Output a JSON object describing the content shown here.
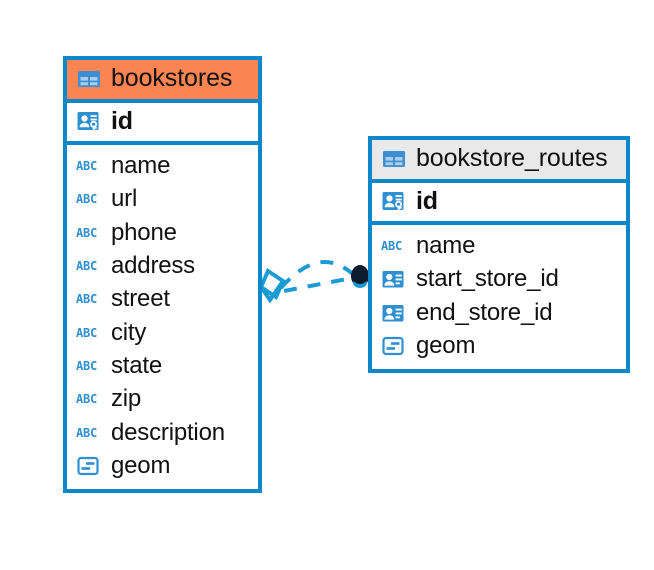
{
  "diagram": {
    "type": "entity-relationship-diagram",
    "background_color": "#ffffff",
    "accent_color": "#0d87cc",
    "highlight_color": "#fb8453",
    "header_gray": "#e9e9e9"
  },
  "entities": [
    {
      "name": "bookstores",
      "header_style": "accent-orange",
      "table_icon": "table-icon",
      "primary_key": {
        "label": "id",
        "icon": "primary-key-icon"
      },
      "fields": [
        {
          "label": "name",
          "icon": "text-field-icon"
        },
        {
          "label": "url",
          "icon": "text-field-icon"
        },
        {
          "label": "phone",
          "icon": "text-field-icon"
        },
        {
          "label": "address",
          "icon": "text-field-icon"
        },
        {
          "label": "street",
          "icon": "text-field-icon"
        },
        {
          "label": "city",
          "icon": "text-field-icon"
        },
        {
          "label": "state",
          "icon": "text-field-icon"
        },
        {
          "label": "zip",
          "icon": "text-field-icon"
        },
        {
          "label": "description",
          "icon": "text-field-icon"
        },
        {
          "label": "geom",
          "icon": "geometry-field-icon"
        }
      ]
    },
    {
      "name": "bookstore_routes",
      "header_style": "accent-gray",
      "table_icon": "table-icon",
      "primary_key": {
        "label": "id",
        "icon": "primary-key-icon"
      },
      "fields": [
        {
          "label": "name",
          "icon": "text-field-icon"
        },
        {
          "label": "start_store_id",
          "icon": "foreign-key-icon"
        },
        {
          "label": "end_store_id",
          "icon": "foreign-key-icon"
        },
        {
          "label": "geom",
          "icon": "geometry-field-icon"
        }
      ]
    }
  ],
  "relationships": [
    {
      "from_entity": "bookstores",
      "to_entity": "bookstore_routes",
      "source_marker": "zero-or-one-diamond-marker",
      "target_marker": "filled-circle-marker",
      "line_style": "dashed",
      "line_color": "#1b9ad4"
    },
    {
      "from_entity": "bookstores",
      "to_entity": "bookstore_routes",
      "source_marker": "zero-or-one-diamond-marker",
      "target_marker": "filled-circle-marker",
      "line_style": "dashed",
      "line_color": "#1b9ad4"
    }
  ],
  "icon_labels": {
    "abc": "ABC"
  }
}
